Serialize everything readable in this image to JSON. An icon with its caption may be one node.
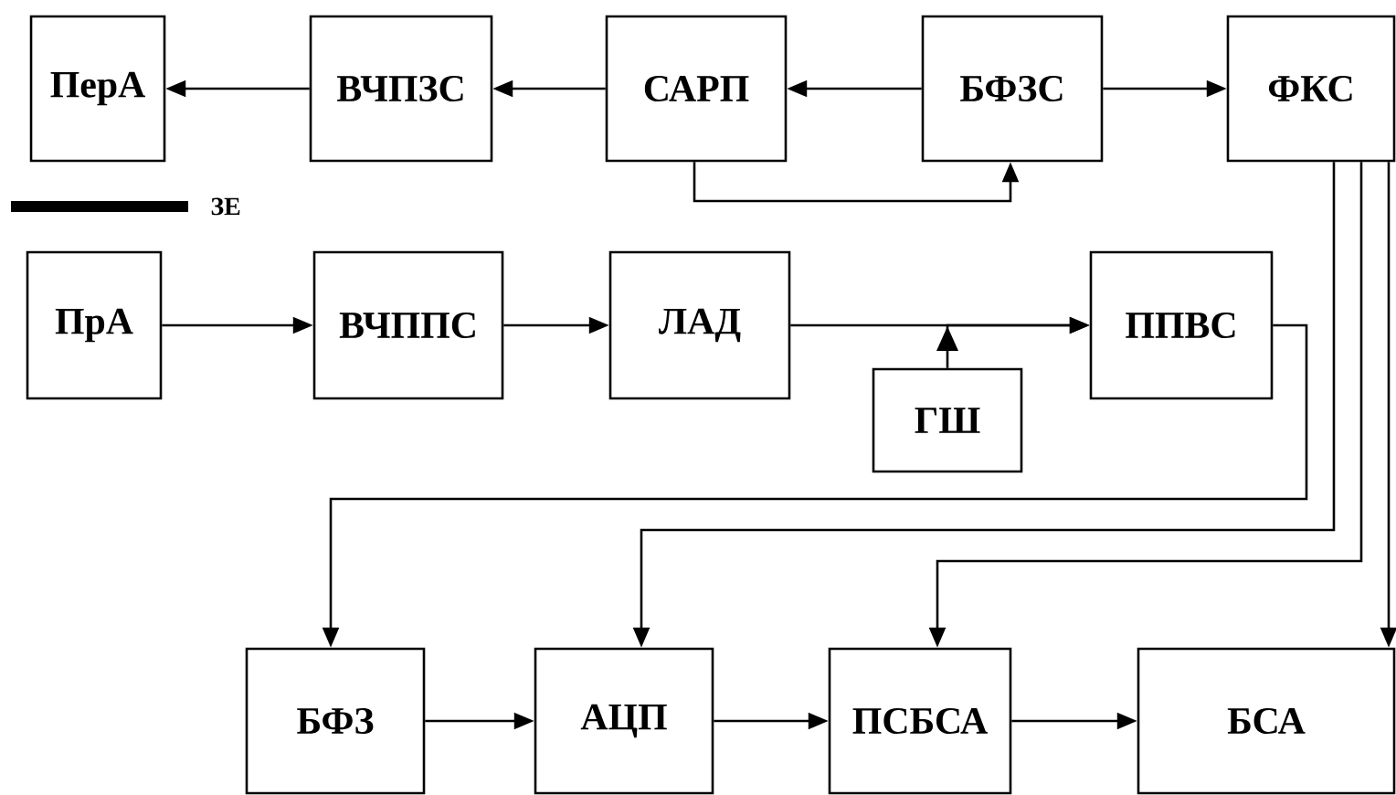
{
  "diagram": {
    "nodes": [
      {
        "text": [
          "ПерА"
        ]
      },
      {
        "text": [
          "ВЧПЗС"
        ]
      },
      {
        "text": [
          "САРП"
        ]
      },
      {
        "text": [
          "БФЗС"
        ]
      },
      {
        "text": [
          "ФКС"
        ]
      },
      {
        "text": [
          "ПрА"
        ]
      },
      {
        "text": [
          "ВЧППС"
        ]
      },
      {
        "text": [
          "ЛАД"
        ]
      },
      {
        "text": [
          "ГШ"
        ]
      },
      {
        "text": [
          "ППВС"
        ]
      },
      {
        "text": [
          "БФЗ"
        ]
      },
      {
        "text": [
          "АЦП"
        ]
      },
      {
        "text": [
          "ПСБСА"
        ]
      },
      {
        "text": [
          "БСА"
        ]
      }
    ],
    "edges": [
      {
        "from": 1,
        "to": 0,
        "arrow": "to"
      },
      {
        "from": 2,
        "to": 1,
        "arrow": "to"
      },
      {
        "from": 3,
        "to": 2,
        "arrow": "to"
      },
      {
        "from": 3,
        "to": 4,
        "arrow": "to"
      },
      {
        "from": 2,
        "to": 3,
        "arrow": "to"
      },
      {
        "from": 5,
        "to": 6,
        "arrow": "to"
      },
      {
        "from": 6,
        "to": 7,
        "arrow": "to"
      },
      {
        "from": 7,
        "to": 9,
        "arrow": "to"
      },
      {
        "from": 8,
        "to": 9,
        "arrow": "to"
      },
      {
        "from": 9,
        "to": 10,
        "arrow": "to"
      },
      {
        "from": 4,
        "to": 11,
        "arrow": "to"
      },
      {
        "from": 4,
        "to": 12,
        "arrow": "to"
      },
      {
        "from": 4,
        "to": 13,
        "arrow": "to"
      },
      {
        "from": 10,
        "to": 11,
        "arrow": "to"
      },
      {
        "from": 11,
        "to": 12,
        "arrow": "to"
      },
      {
        "from": 12,
        "to": 13,
        "arrow": "to"
      }
    ],
    "legend": [
      {
        "text": "ЗЕ"
      }
    ]
  }
}
